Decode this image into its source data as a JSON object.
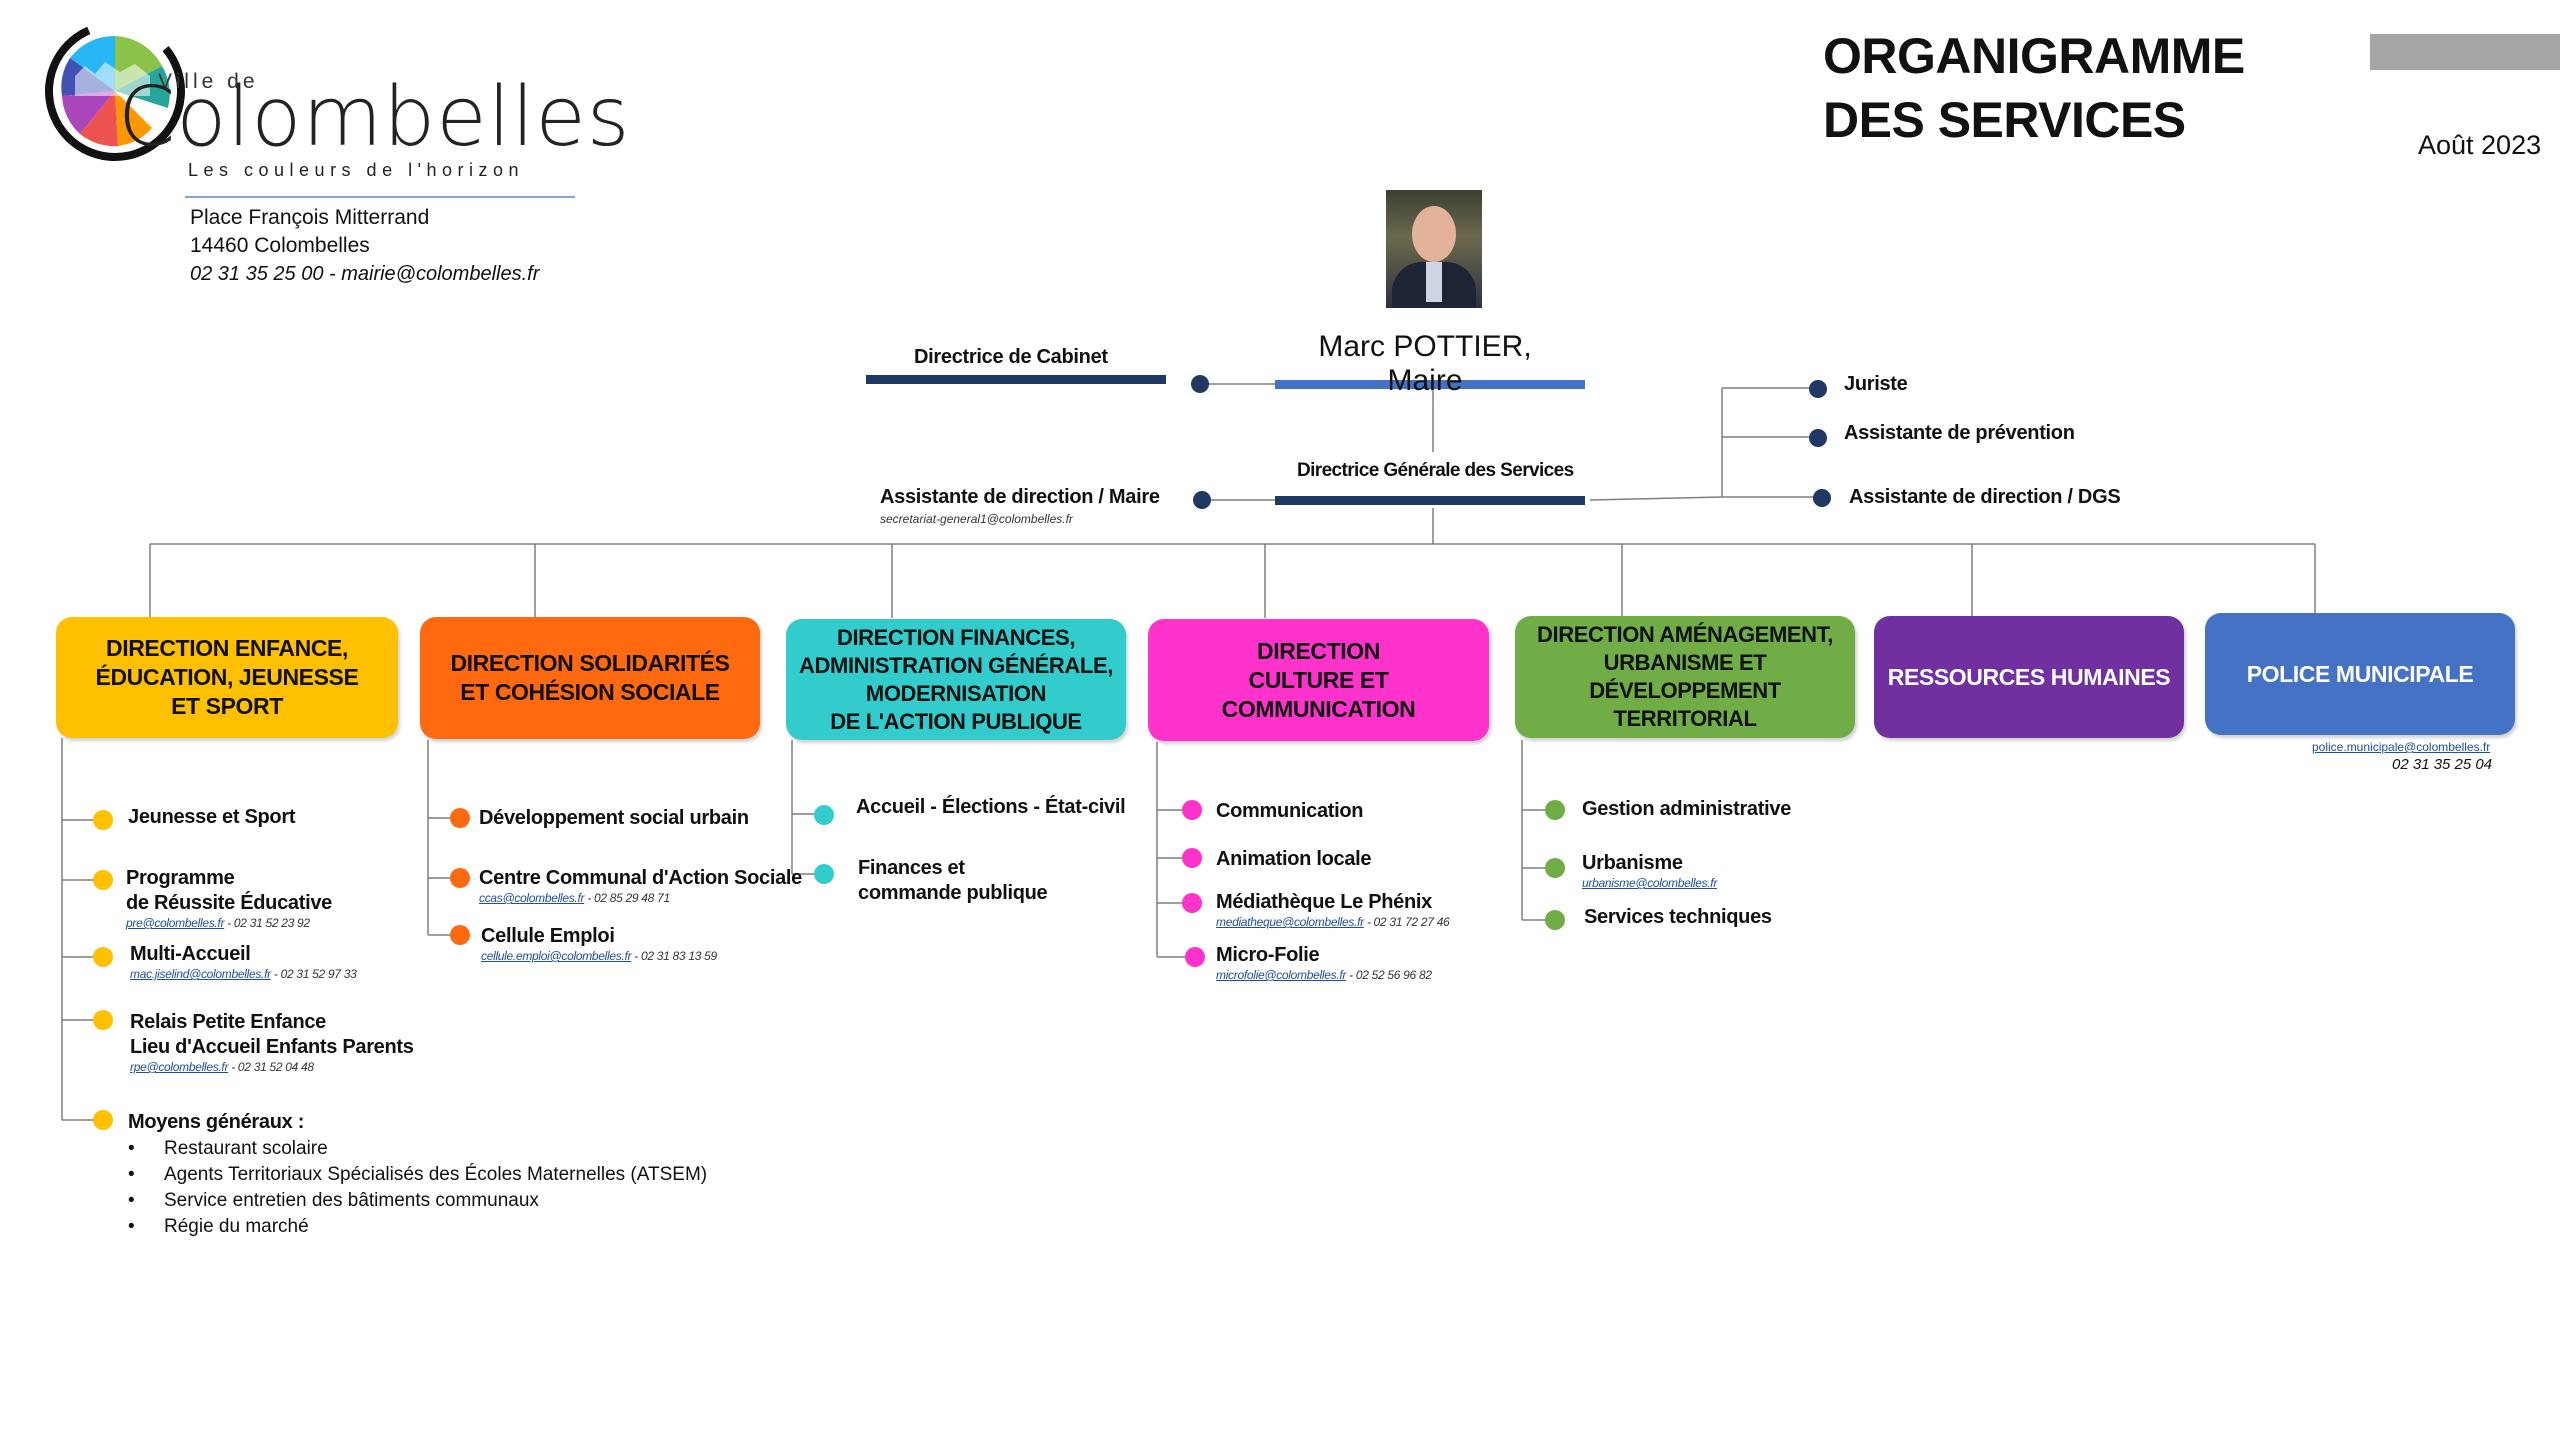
{
  "header": {
    "logo": {
      "ville_de": "Ville de",
      "name": "Colombelles",
      "tagline": "Les couleurs de l'horizon"
    },
    "address": {
      "line1": "Place François Mitterrand",
      "line2": "14460 Colombelles",
      "line3": "02 31 35 25 00 - mairie@colombelles.fr"
    },
    "title_line1": "ORGANIGRAMME",
    "title_line2": "DES SERVICES",
    "date": "Août 2023"
  },
  "top": {
    "maire": "Marc POTTIER, Maire",
    "cabinet": "Directrice de Cabinet",
    "dgs": "Directrice Générale des Services",
    "assistante_maire": "Assistante de direction / Maire",
    "assistante_maire_email": "secretariat-general1@colombelles.fr",
    "juriste": "Juriste",
    "prevention": "Assistante de prévention",
    "assistante_dgs": "Assistante de direction / DGS"
  },
  "directions": [
    {
      "label": "DIRECTION ENFANCE,\nÉDUCATION, JEUNESSE\nET  SPORT",
      "color": "#FFC000",
      "text_color": "#111111",
      "dot_color": "#FFC000"
    },
    {
      "label": "DIRECTION SOLIDARITÉS\nET COHÉSION SOCIALE",
      "color": "#FF6A10",
      "text_color": "#111111",
      "dot_color": "#FF6A10"
    },
    {
      "label": "DIRECTION FINANCES,\nADMINISTRATION GÉNÉRALE,\nMODERNISATION\nDE L'ACTION PUBLIQUE",
      "color": "#33CCCC",
      "text_color": "#111111",
      "dot_color": "#33CCCC"
    },
    {
      "label": "DIRECTION\nCULTURE ET\nCOMMUNICATION",
      "color": "#FF33CC",
      "text_color": "#111111",
      "dot_color": "#FF33CC"
    },
    {
      "label": "DIRECTION AMÉNAGEMENT,\nURBANISME ET\nDÉVELOPPEMENT\nTERRITORIAL",
      "color": "#70AD47",
      "text_color": "#111111",
      "dot_color": "#70AD47"
    },
    {
      "label": "RESSOURCES HUMAINES",
      "color": "#7030A0",
      "text_color": "#ffffff"
    },
    {
      "label": "POLICE MUNICIPALE",
      "color": "#4472C4",
      "text_color": "#ffffff",
      "email": "police.municipale@colombelles.fr",
      "phone": "02 31 35 25 04"
    }
  ],
  "services": {
    "enfance": [
      {
        "label": "Jeunesse et Sport"
      },
      {
        "label": "Programme\nde Réussite Éducative",
        "email": "pre@colombelles.fr",
        "phone": " - 02 31 52 23 92"
      },
      {
        "label": "Multi-Accueil",
        "email": "mac.jiselind@colombelles.fr",
        "phone": " - 02 31 52 97 33"
      },
      {
        "label": "Relais Petite Enfance\nLieu d'Accueil Enfants Parents",
        "email": "rpe@colombelles.fr",
        "phone": " - 02 31 52 04 48"
      },
      {
        "label": "Moyens généraux :"
      }
    ],
    "moyens_generaux": [
      "Restaurant scolaire",
      "Agents Territoriaux Spécialisés des Écoles Maternelles (ATSEM)",
      "Service entretien des bâtiments communaux",
      "Régie du marché"
    ],
    "solidarites": [
      {
        "label": "Développement social urbain"
      },
      {
        "label": "Centre Communal d'Action Sociale",
        "email": "ccas@colombelles.fr",
        "phone": " - 02 85 29 48 71"
      },
      {
        "label": "Cellule Emploi",
        "email": "cellule.emploi@colombelles.fr",
        "phone": " - 02 31 83 13 59"
      }
    ],
    "finances": [
      {
        "label": "Accueil - Élections - État-civil"
      },
      {
        "label": "Finances et\ncommande publique"
      }
    ],
    "culture": [
      {
        "label": "Communication"
      },
      {
        "label": "Animation locale"
      },
      {
        "label": "Médiathèque Le Phénix",
        "email": "mediatheque@colombelles.fr",
        "phone": " - 02 31 72 27 46"
      },
      {
        "label": "Micro-Folie",
        "email": "microfolie@colombelles.fr",
        "phone": " - 02 52 56 96 82"
      }
    ],
    "amenagement": [
      {
        "label": "Gestion administrative"
      },
      {
        "label": "Urbanisme",
        "email": "urbanisme@colombelles.fr",
        "phone": ""
      },
      {
        "label": "Services techniques"
      }
    ]
  },
  "colors": {
    "navy": "#1F3864",
    "blue_bar": "#4472C4",
    "connector": "#7f7f7f"
  }
}
